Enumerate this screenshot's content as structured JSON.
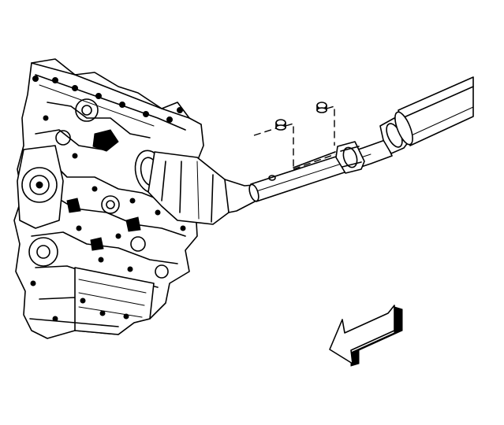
{
  "illustration": {
    "colors": {
      "background": "#ffffff",
      "line": "#000000"
    },
    "parts": [
      "engine-block",
      "catalytic-converter",
      "exhaust-pipe",
      "muffler",
      "pipe-clamp",
      "hanger-studs"
    ],
    "direction_indicator": "arrow-pointing-forward-left"
  }
}
